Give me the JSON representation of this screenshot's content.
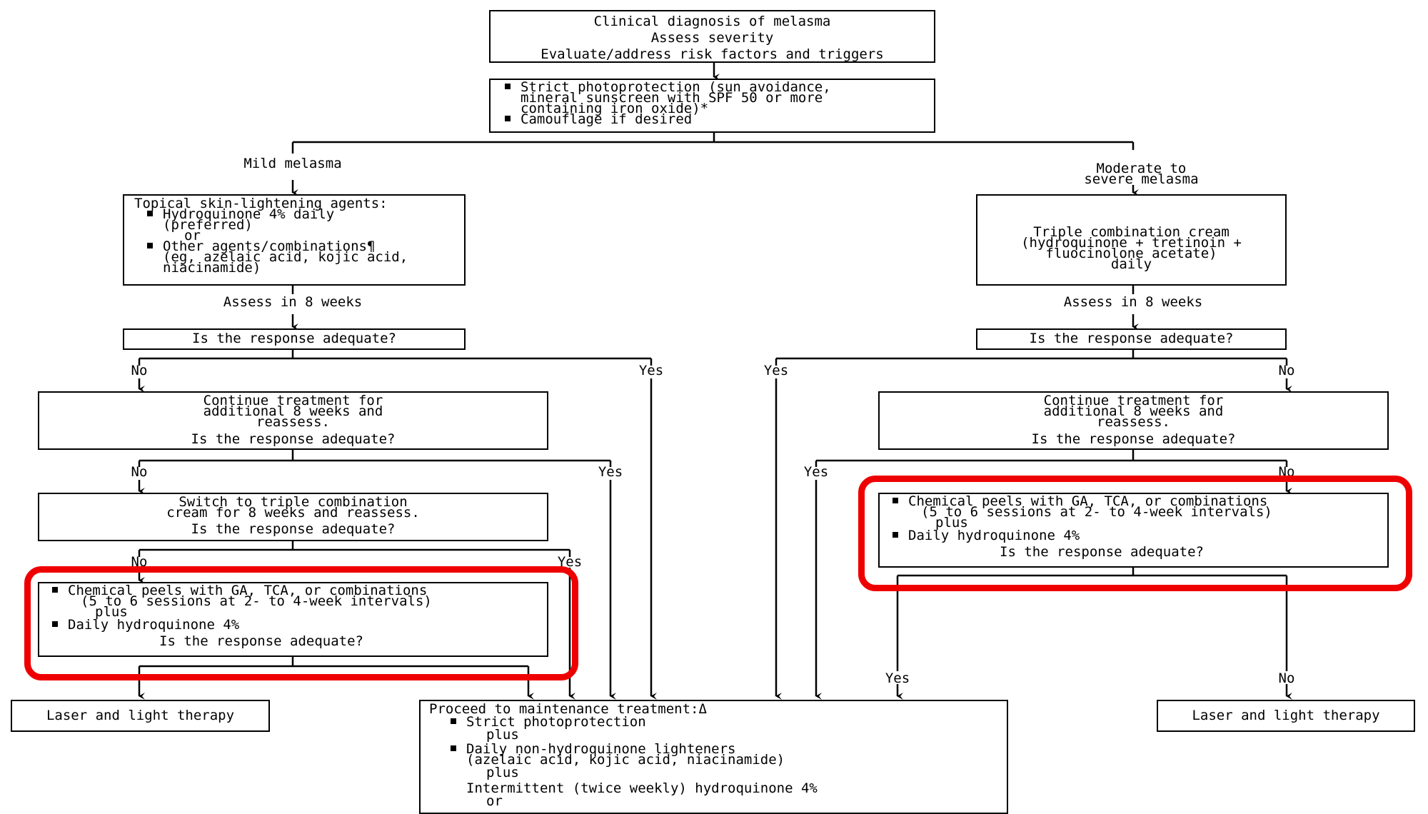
{
  "top_box": {
    "lines": [
      "Clinical diagnosis of melasma",
      "Assess severity",
      "Evaluate/address risk factors and triggers"
    ]
  },
  "photoprotection_box": {
    "lines": [
      "Strict photoprotection (sun avoidance,",
      "mineral sunscreen with SPF 50 or more",
      "containing iron oxide)*",
      "Camouflage if desired"
    ]
  },
  "mild": {
    "label": "Mild melasma",
    "treatment_lines": [
      "Topical skin-lightening agents:",
      "Hydroquinone 4% daily",
      "(preferred)",
      "or",
      "Other agents/combinations¶",
      "(eg, azelaic acid, kojic acid,",
      "niacinamide)"
    ],
    "assess": "Assess in 8 weeks",
    "q1": "Is the response adequate?",
    "no": "No",
    "yes": "Yes",
    "continue_lines": [
      "Continue treatment for",
      "additional 8 weeks and",
      "reassess.",
      "Is the response adequate?"
    ],
    "switch_lines": [
      "Switch to triple combination",
      "cream for 8 weeks and reassess.",
      "Is the response adequate?"
    ],
    "peels_lines": [
      "Chemical peels with GA, TCA, or combinations",
      "(5 to 6 sessions at 2- to 4-week intervals)",
      "plus",
      "Daily hydroquinone 4%",
      "Is the response adequate?"
    ],
    "laser": "Laser and light therapy"
  },
  "severe": {
    "label_lines": [
      "Moderate to",
      "severe melasma"
    ],
    "treatment_lines": [
      "Triple combination cream",
      "(hydroquinone + tretinoin +",
      "fluocinolone acetate)",
      "daily"
    ],
    "assess": "Assess in 8 weeks",
    "q1": "Is the response adequate?",
    "no": "No",
    "yes": "Yes",
    "continue_lines": [
      "Continue treatment for",
      "additional 8 weeks and",
      "reassess.",
      "Is the response adequate?"
    ],
    "peels_lines": [
      "Chemical peels with GA, TCA, or combinations",
      "(5 to 6 sessions at 2- to 4-week intervals)",
      "plus",
      "Daily hydroquinone 4%",
      "Is the response adequate?"
    ],
    "laser": "Laser and light therapy"
  },
  "maintenance": {
    "lines": [
      "Proceed to maintenance treatment:Δ",
      "Strict photoprotection",
      "plus",
      "Daily non-hydroquinone lighteners",
      "(azelaic acid, kojic acid, niacinamide)",
      "plus",
      "Intermittent (twice weekly) hydroquinone 4%",
      "or"
    ]
  },
  "highlight_color": "#ef0000"
}
